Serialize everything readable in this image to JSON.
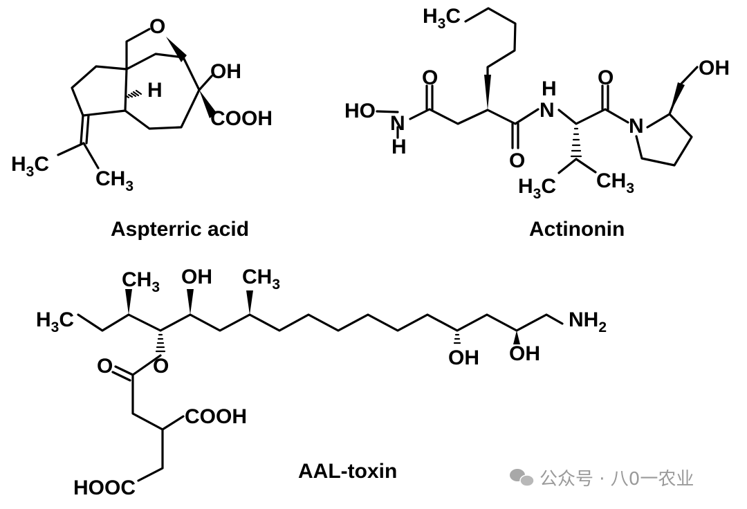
{
  "molecules": [
    {
      "name": "Aspterric acid",
      "labels": {
        "o": "O",
        "h": "H",
        "oh": "OH",
        "cooh": "COOH",
        "h3c_h3": "H",
        "h3c_3": "3",
        "h3c_c": "C",
        "ch3_ch": "CH",
        "ch3_3": "3"
      }
    },
    {
      "name": "Actinonin",
      "labels": {
        "h3c_h": "H",
        "h3c_3": "3",
        "h3c_c": "C",
        "o1": "O",
        "ho": "HO",
        "n1": "N",
        "h1": "H",
        "o2": "O",
        "nh_h": "H",
        "nh_n": "N",
        "o3": "O",
        "n2": "N",
        "oh": "OH",
        "ih3c_h": "H",
        "ih3c_3": "3",
        "ih3c_c": "C",
        "ich3_ch": "CH",
        "ich3_3": "3"
      }
    },
    {
      "name": "AAL-toxin",
      "labels": {
        "h3c_h": "H",
        "h3c_3": "3",
        "h3c_c": "C",
        "ch3a_ch": "CH",
        "ch3a_3": "3",
        "oh1": "OH",
        "ch3b_ch": "CH",
        "ch3b_3": "3",
        "nh2_nh": "NH",
        "nh2_2": "2",
        "oh2": "OH",
        "oh3": "OH",
        "o_ester": "O",
        "o_carbonyl": "O",
        "cooh": "COOH",
        "hooc": "HOOC"
      }
    }
  ],
  "watermark": {
    "text": "公众号 · 八0一农业",
    "icon": "wechat-icon"
  }
}
